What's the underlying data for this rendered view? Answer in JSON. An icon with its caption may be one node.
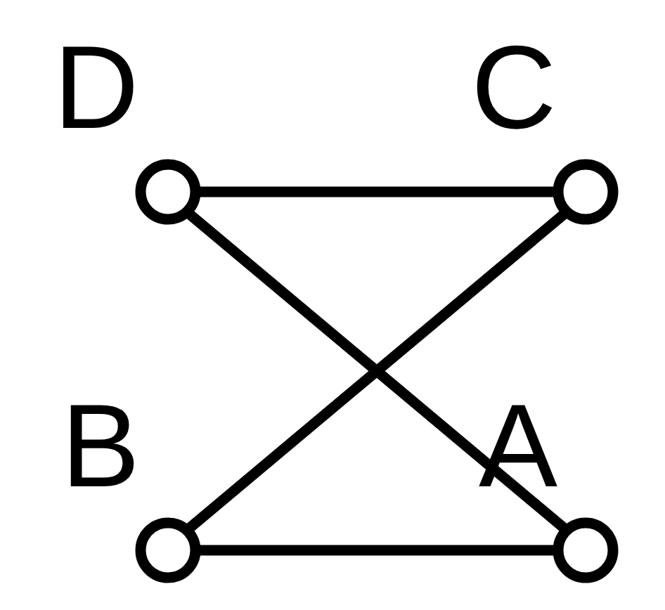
{
  "diagram": {
    "nodes": [
      {
        "text": [],
        "shape": "circle",
        "beside": [
          "D"
        ]
      },
      {
        "text": [],
        "shape": "circle",
        "beside": [
          "C"
        ]
      },
      {
        "text": [],
        "shape": "circle",
        "beside": [
          "A"
        ]
      },
      {
        "text": [],
        "shape": "circle",
        "beside": [
          "B"
        ]
      }
    ],
    "edges": [
      {
        "from": 2,
        "to": 0,
        "arrow": "none"
      },
      {
        "from": 0,
        "to": 1,
        "arrow": "none"
      },
      {
        "from": 1,
        "to": 3,
        "arrow": "none"
      },
      {
        "from": 3,
        "to": 2,
        "arrow": "none"
      }
    ]
  }
}
